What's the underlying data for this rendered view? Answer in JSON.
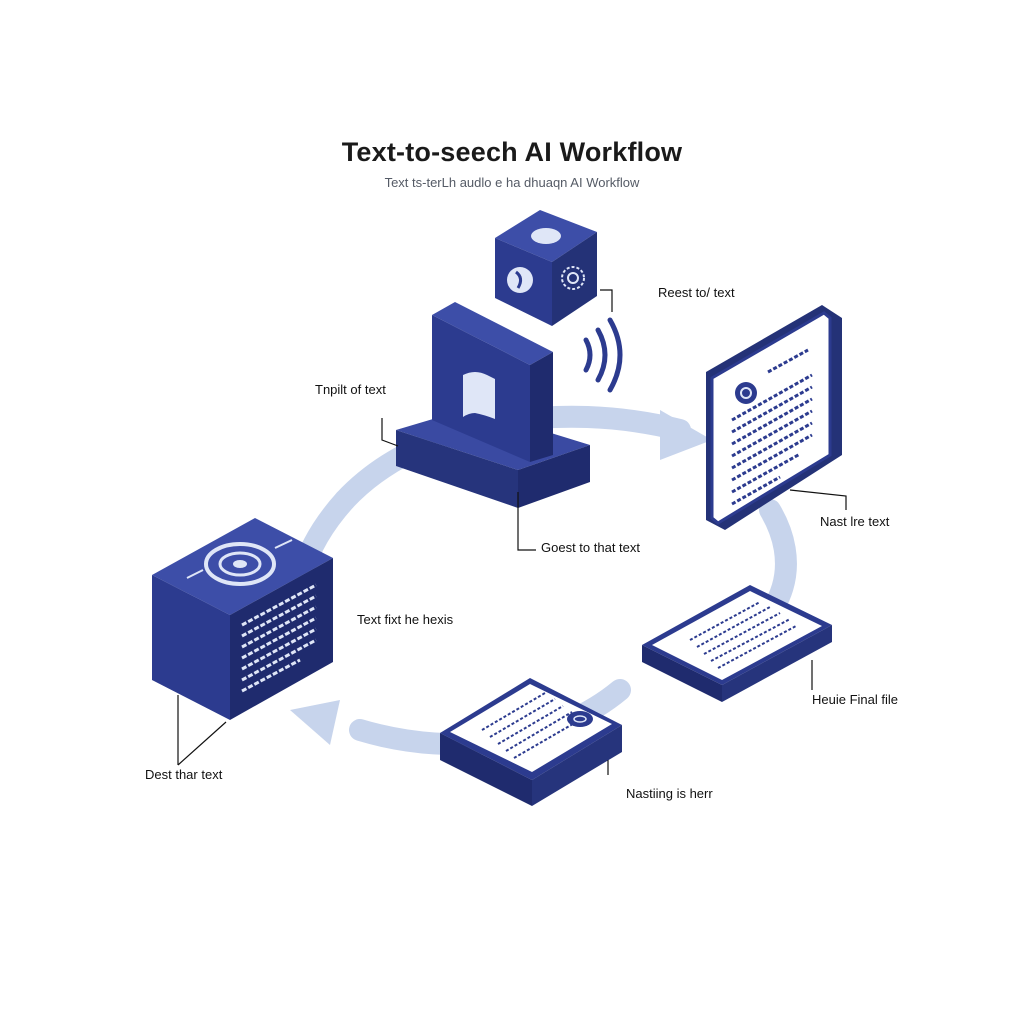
{
  "header": {
    "title": "Text-to-seech AI Workflow",
    "subtitle": "Text ts-terLh audlo e ha dhuaqn AI Workflow"
  },
  "labels": {
    "input": "Tnpilt of text",
    "goes_to": "Goest to that text",
    "reset": "Reest to/ text",
    "next": "Nast lre text",
    "text_fit": "Text fixt he hexis",
    "final": "Heuie Final file",
    "nothing": "Nastiing is herr",
    "dest": "Dest thar text"
  },
  "colors": {
    "navy": "#2c3b8f",
    "navy_dark": "#1f2b6e",
    "navy_light": "#3d4ea8",
    "ring": "#c7d4ec",
    "paper": "#ffffff"
  },
  "icons": {
    "top_cube": "ai-processor-cube-icon",
    "monitor": "text-input-monitor-icon",
    "sound_waves": "sound-wave-icon",
    "document": "text-document-icon",
    "audio_file": "audio-file-card-icon",
    "output_card": "output-card-icon",
    "speaker_cube": "speaker-cube-icon"
  }
}
